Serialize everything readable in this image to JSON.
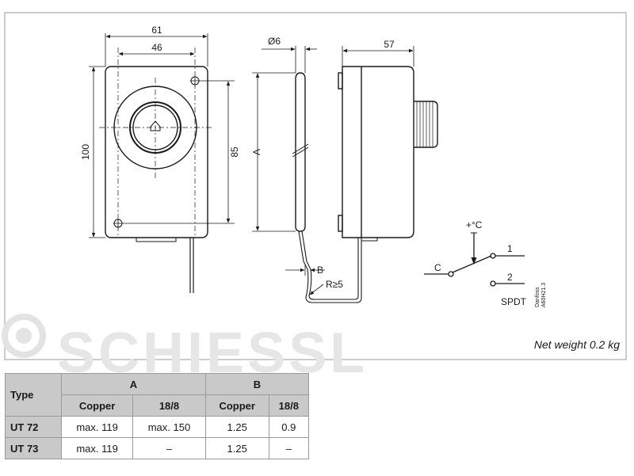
{
  "dimensions": {
    "width_outer": "61",
    "width_inner": "46",
    "height_outer": "100",
    "height_inner": "85",
    "bulb_diameter": "Ø6",
    "depth": "57",
    "length": "A",
    "b": "B",
    "radius": "R≥5"
  },
  "wiring": {
    "temp_label": "+°C",
    "common": "C",
    "contact_1": "1",
    "contact_2": "2",
    "switch_type": "SPDT",
    "drawing_ref_1": "Danfoss",
    "drawing_ref_2": "A60H21.3"
  },
  "watermark": "SCHIESSL",
  "net_weight": "Net weight 0.2 kg",
  "table": {
    "type_header": "Type",
    "group_a": "A",
    "group_b": "B",
    "sub_headers": [
      "Copper",
      "18/8",
      "Copper",
      "18/8"
    ],
    "rows": [
      {
        "type": "UT 72",
        "cells": [
          "max. 119",
          "max. 150",
          "1.25",
          "0.9"
        ]
      },
      {
        "type": "UT 73",
        "cells": [
          "max. 119",
          "–",
          "1.25",
          "–"
        ]
      }
    ]
  },
  "colors": {
    "line": "#1a1a1a",
    "table_header_bg": "#c9c9c9",
    "watermark": "#e6e6e6"
  }
}
